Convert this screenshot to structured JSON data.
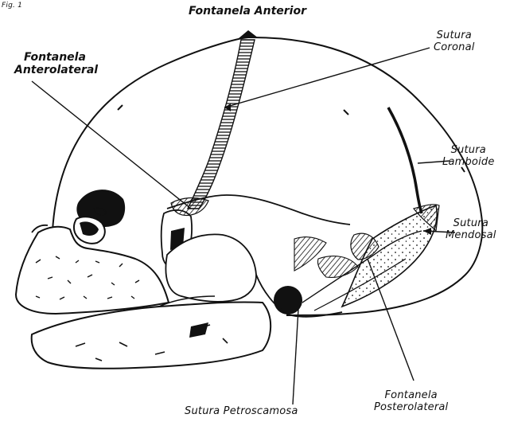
{
  "figure_ref": "Fig. 1",
  "labels": {
    "fontanela_anterior": "Fontanela Anterior",
    "fontanela_anterolateral": [
      "Fontanela",
      "Anterolateral"
    ],
    "sutura_coronal": [
      "Sutura",
      "Coronal"
    ],
    "sutura_lamboide": [
      "Sutura",
      "Lamboide"
    ],
    "sutura_mendosal": [
      "Sutura",
      "Mendosal"
    ],
    "sutura_petroscamosa": "Sutura Petroscamosa",
    "fontanela_posterolateral": [
      "Fontanela",
      "Posterolateral"
    ]
  },
  "colors": {
    "ink": "#111111",
    "paper": "#ffffff"
  }
}
